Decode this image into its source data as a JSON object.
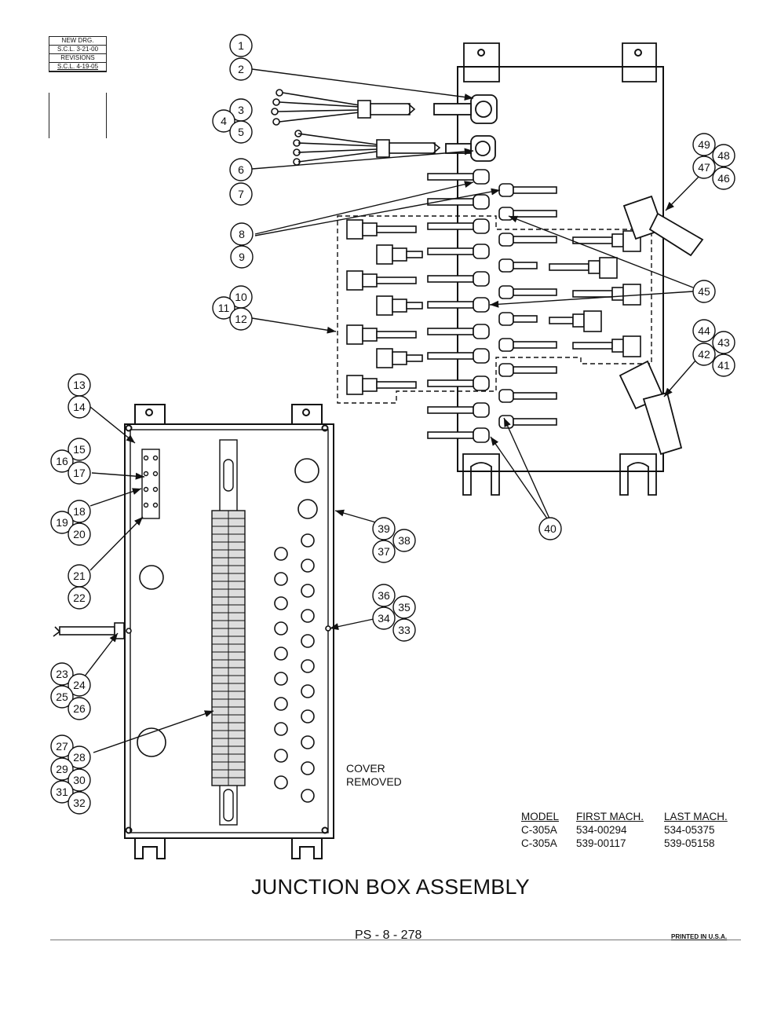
{
  "revision_box": {
    "new_drg": "NEW DRG.",
    "new_drg_date": "S.C.L. 3-21-00",
    "revisions": "REVISIONS",
    "revision_date": "S.C.L. 4-19-05"
  },
  "callouts": [
    "1",
    "2",
    "3",
    "4",
    "5",
    "6",
    "7",
    "8",
    "9",
    "10",
    "11",
    "12",
    "13",
    "14",
    "15",
    "16",
    "17",
    "18",
    "19",
    "20",
    "21",
    "22",
    "23",
    "24",
    "25",
    "26",
    "27",
    "28",
    "29",
    "30",
    "31",
    "32",
    "33",
    "34",
    "35",
    "36",
    "37",
    "38",
    "39",
    "40",
    "41",
    "42",
    "43",
    "44",
    "45",
    "46",
    "47",
    "48",
    "49"
  ],
  "cover_note": {
    "line1": "COVER",
    "line2": "REMOVED"
  },
  "model_table": {
    "headers": [
      "MODEL",
      "FIRST MACH.",
      "LAST MACH."
    ],
    "rows": [
      [
        "C-305A",
        "534-00294",
        "534-05375"
      ],
      [
        "C-305A",
        "539-00117",
        "539-05158"
      ]
    ]
  },
  "title": "JUNCTION BOX ASSEMBLY",
  "page_number": "PS - 8 - 278",
  "printed": "PRINTED IN U.S.A."
}
